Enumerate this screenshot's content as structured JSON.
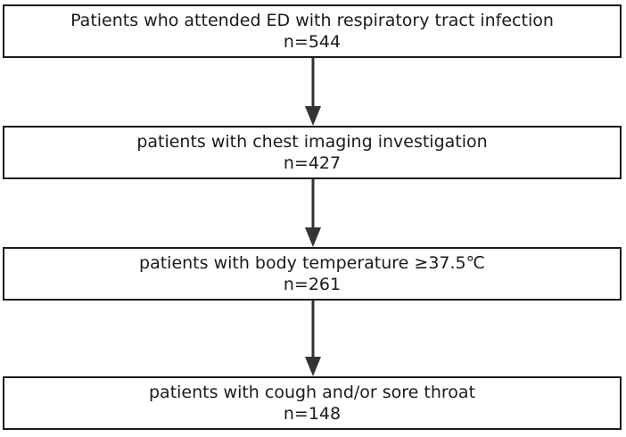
{
  "flowchart": {
    "steps": [
      {
        "label": "Patients who attended ED with respiratory tract infection",
        "count": "n=544"
      },
      {
        "label": "patients with chest imaging investigation",
        "count": "n=427"
      },
      {
        "label": "patients with body temperature ≥37.5℃",
        "count": "n=261"
      },
      {
        "label": "patients with cough and/or sore throat",
        "count": "n=148"
      }
    ],
    "colors": {
      "border": "#1a1a1a",
      "arrow": "#333333",
      "text": "#1a1a1a",
      "background": "#ffffff"
    }
  }
}
